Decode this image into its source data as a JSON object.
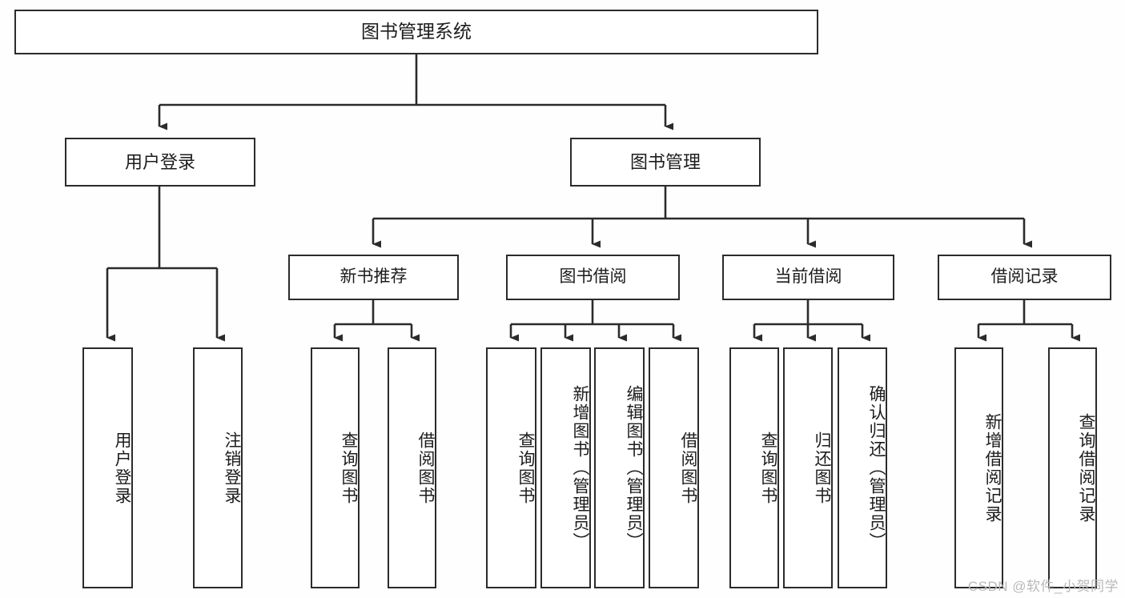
{
  "diagram": {
    "title": "图书管理系统",
    "type": "tree",
    "colors": {
      "box_border": "#2b2b2b",
      "box_fill": "#ffffff",
      "connector": "#2b2b2b",
      "background": "#fefefe",
      "watermark": "#b9b9b9"
    },
    "watermark": "CSDN @软件_小贺同学",
    "root": {
      "label": "图书管理系统"
    },
    "level2": [
      {
        "label": "用户登录"
      },
      {
        "label": "图书管理"
      }
    ],
    "level3": [
      {
        "label": "新书推荐"
      },
      {
        "label": "图书借阅"
      },
      {
        "label": "当前借阅"
      },
      {
        "label": "借阅记录"
      }
    ],
    "leaves": [
      {
        "label": "用户登录",
        "parent": "用户登录"
      },
      {
        "label": "注销登录",
        "parent": "用户登录"
      },
      {
        "label": "查询图书",
        "parent": "新书推荐"
      },
      {
        "label": "借阅图书",
        "parent": "新书推荐"
      },
      {
        "label": "查询图书",
        "parent": "图书借阅"
      },
      {
        "label": "新增图书（管理员）",
        "parent": "图书借阅"
      },
      {
        "label": "编辑图书（管理员）",
        "parent": "图书借阅"
      },
      {
        "label": "借阅图书",
        "parent": "图书借阅"
      },
      {
        "label": "查询图书",
        "parent": "当前借阅"
      },
      {
        "label": "归还图书",
        "parent": "当前借阅"
      },
      {
        "label": "确认归还（管理员）",
        "parent": "当前借阅"
      },
      {
        "label": "新增借阅记录",
        "parent": "借阅记录"
      },
      {
        "label": "查询借阅记录",
        "parent": "借阅记录"
      }
    ]
  }
}
